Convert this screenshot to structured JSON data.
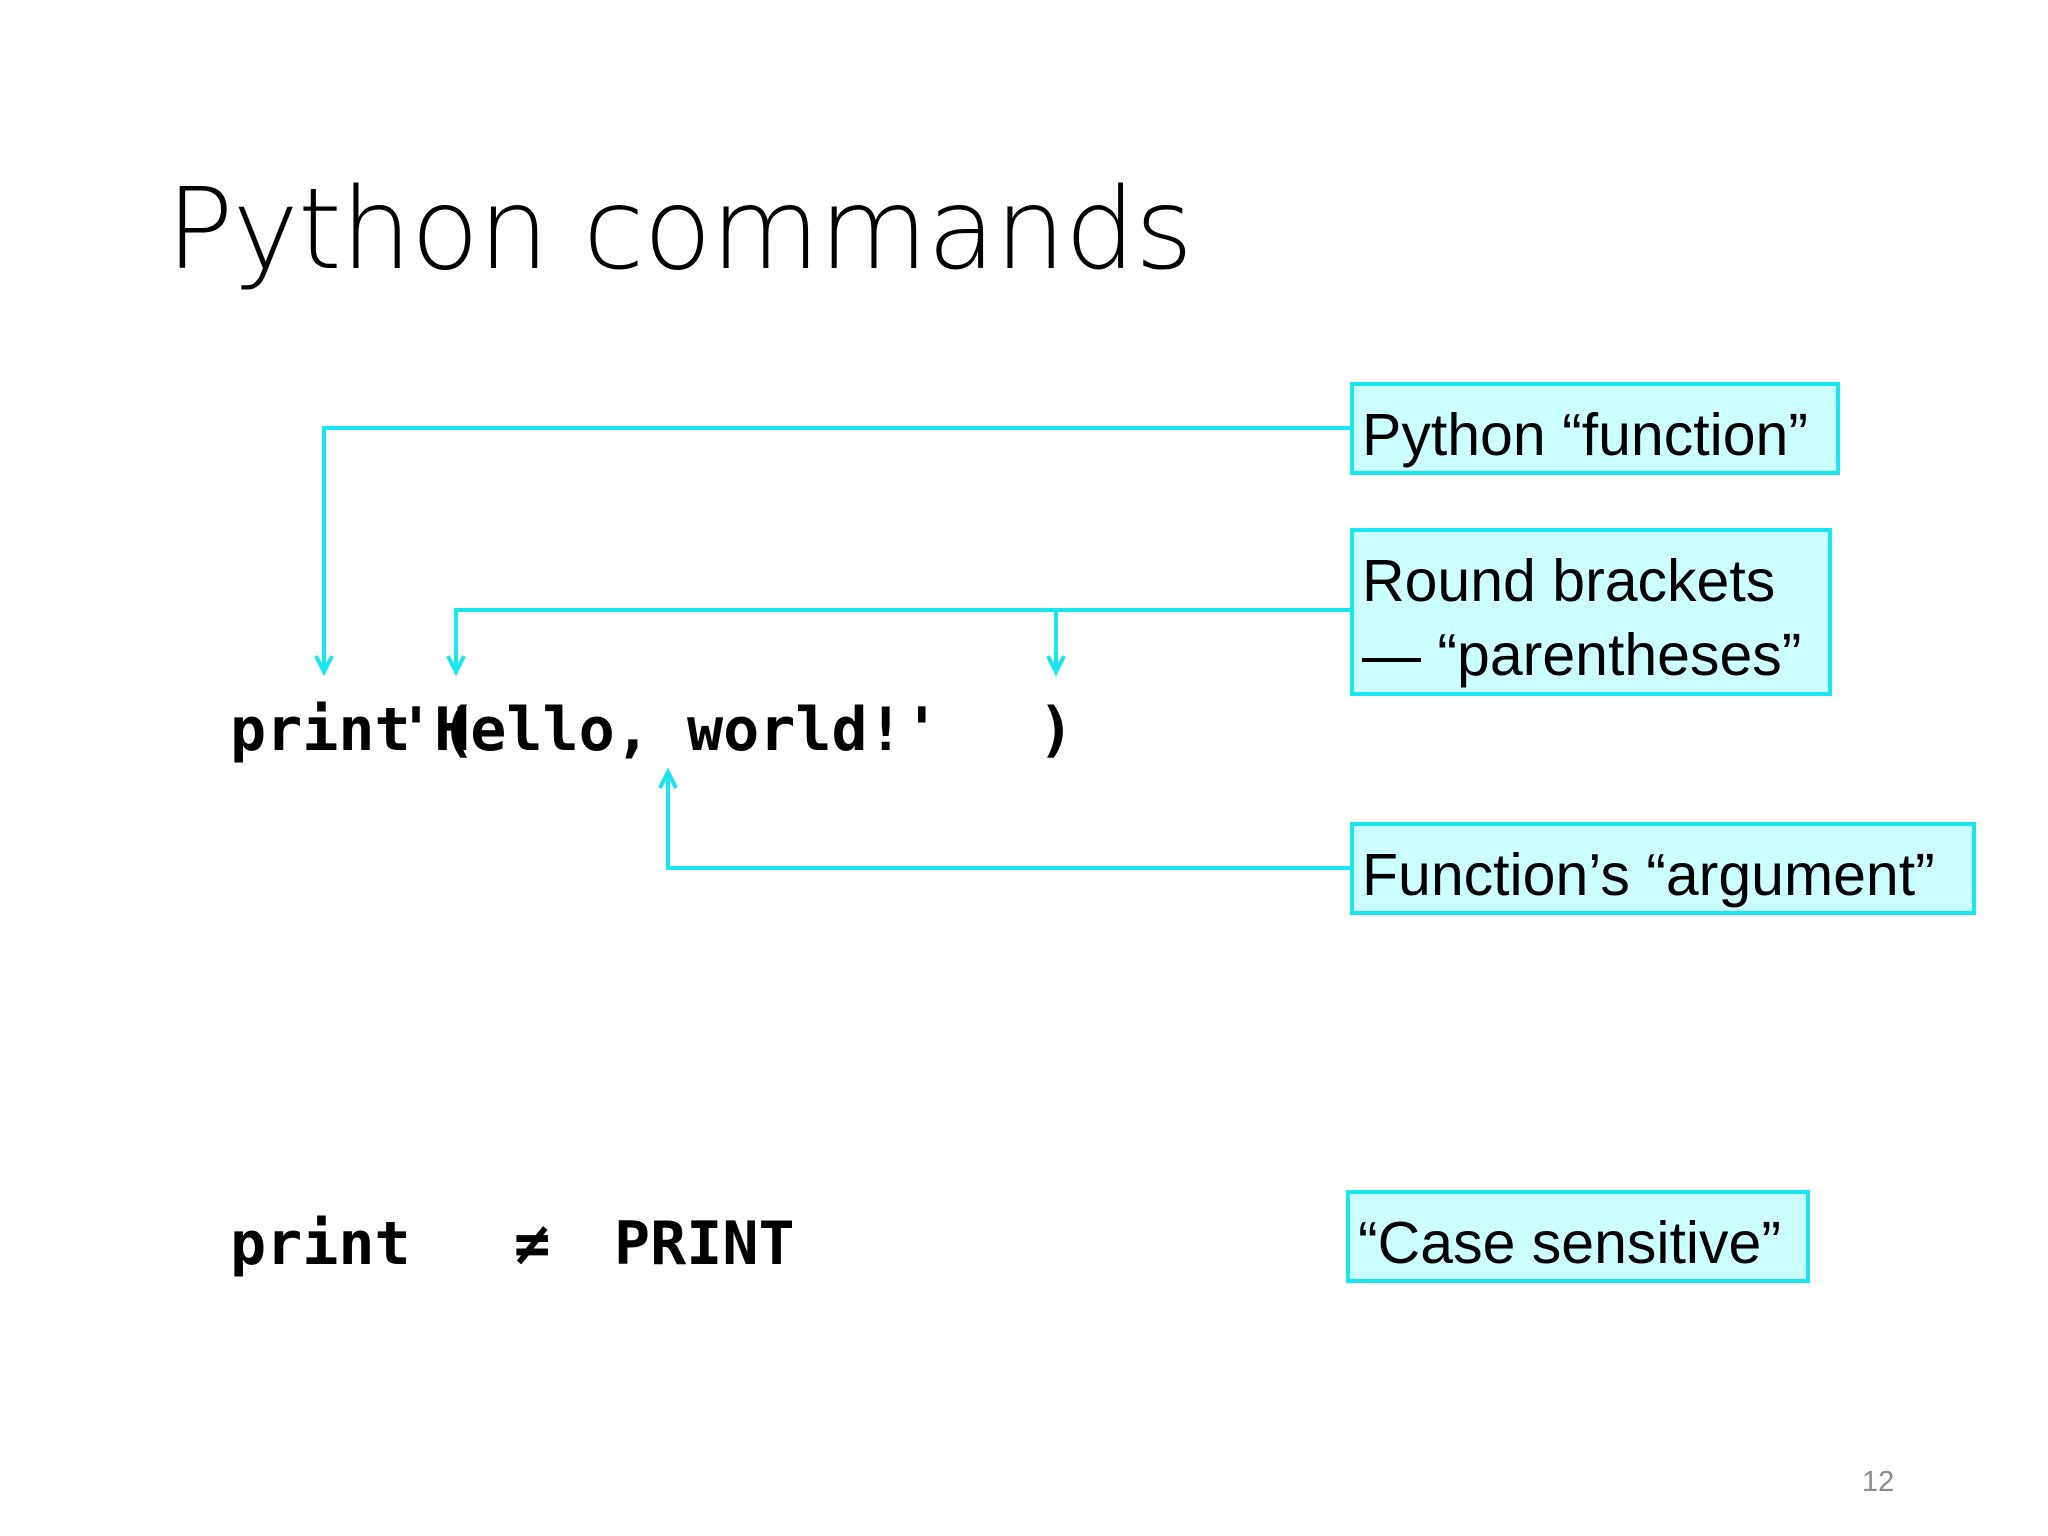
{
  "slide": {
    "title": "Python commands",
    "page_number": "12"
  },
  "code": {
    "line1": {
      "func": "print",
      "open_paren": "(",
      "argument": "'Hello, world!'",
      "close_paren": ")"
    },
    "line2": {
      "left": "print",
      "operator": "≠",
      "right": "PRINT"
    }
  },
  "callouts": {
    "function": "Python “function”",
    "brackets_line1": "Round brackets",
    "brackets_line2": "— “parentheses”",
    "argument": "Function’s “argument”",
    "case": "“Case sensitive”"
  },
  "colors": {
    "connector": "#19e6f0",
    "callout_fill": "#ccffff",
    "callout_border": "#19e6f0"
  }
}
